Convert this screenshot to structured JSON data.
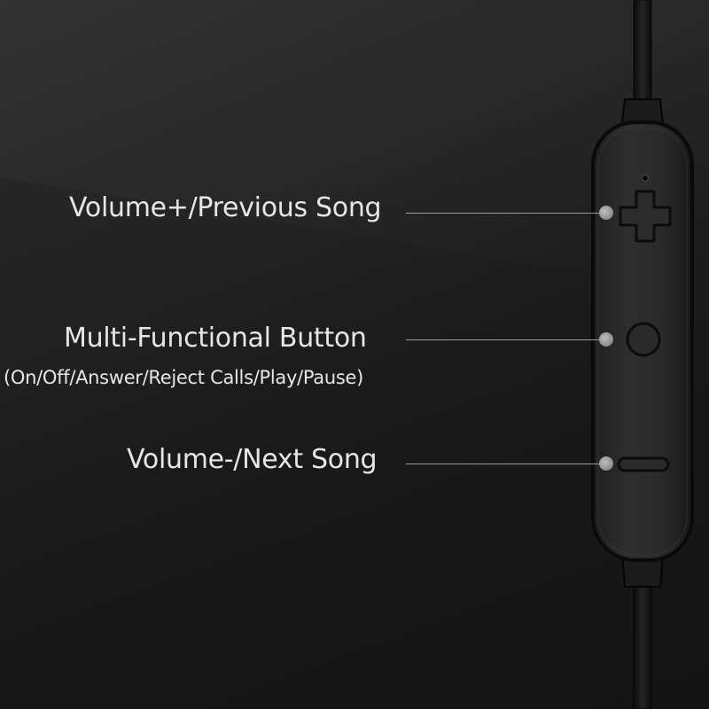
{
  "callouts": {
    "volume_up": {
      "label": "Volume+/Previous Song"
    },
    "multi_function": {
      "label": "Multi-Functional Button",
      "sublabel": "(On/Off/Answer/Reject Calls/Play/Pause)"
    },
    "volume_down": {
      "label": "Volume-/Next Song"
    }
  },
  "icons": {
    "plus": "plus-icon",
    "circle": "circle-button-icon",
    "minus": "minus-icon",
    "mic": "microphone-hole-icon"
  },
  "colors": {
    "background": "#1c1c1c",
    "text": "#e6e6e6",
    "remote_body": "#2b2b2b",
    "outline": "#0a0a0a"
  }
}
